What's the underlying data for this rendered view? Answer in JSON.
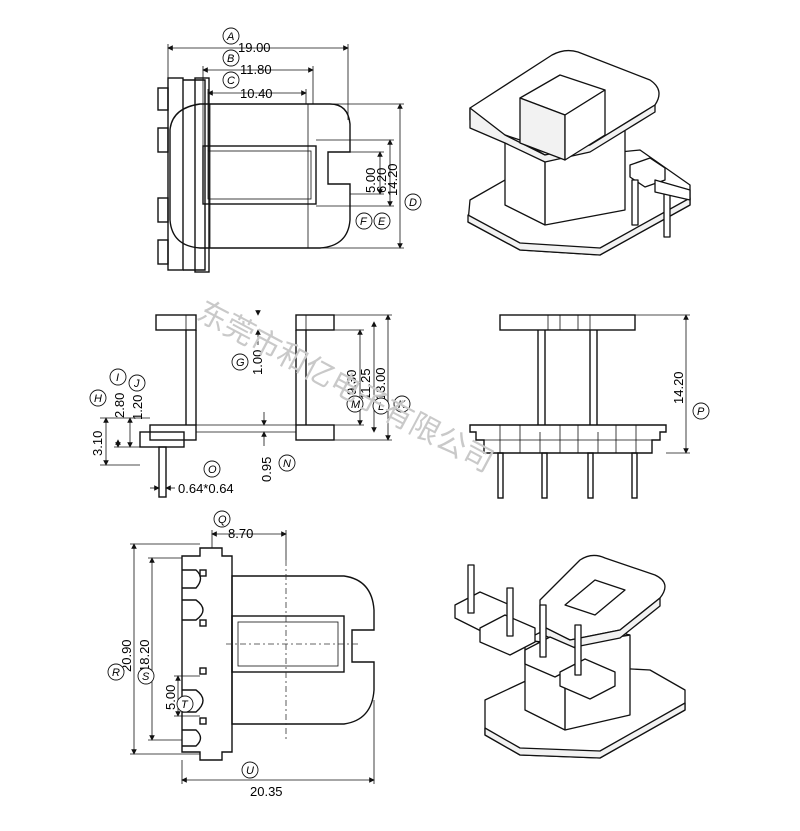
{
  "watermark": "东莞市和亿电子有限公司",
  "dimensions": {
    "A": "19.00",
    "B": "11.80",
    "C": "10.40",
    "F": "5.00",
    "E": "6.20",
    "D": "14.20",
    "G": "1.00",
    "M": "9.30",
    "L": "11.25",
    "K": "13.00",
    "I": "2.80",
    "J": "1.20",
    "H": "3.10",
    "N": "0.95",
    "O": "0.64*0.64",
    "P": "14.20",
    "Q": "8.70",
    "R": "20.90",
    "S": "18.20",
    "T": "5.00",
    "U": "20.35"
  },
  "labels": {
    "A": "A",
    "B": "B",
    "C": "C",
    "D": "D",
    "E": "E",
    "F": "F",
    "G": "G",
    "H": "H",
    "I": "I",
    "J": "J",
    "K": "K",
    "L": "L",
    "M": "M",
    "N": "N",
    "O": "O",
    "P": "P",
    "Q": "Q",
    "R": "R",
    "S": "S",
    "T": "T",
    "U": "U"
  }
}
